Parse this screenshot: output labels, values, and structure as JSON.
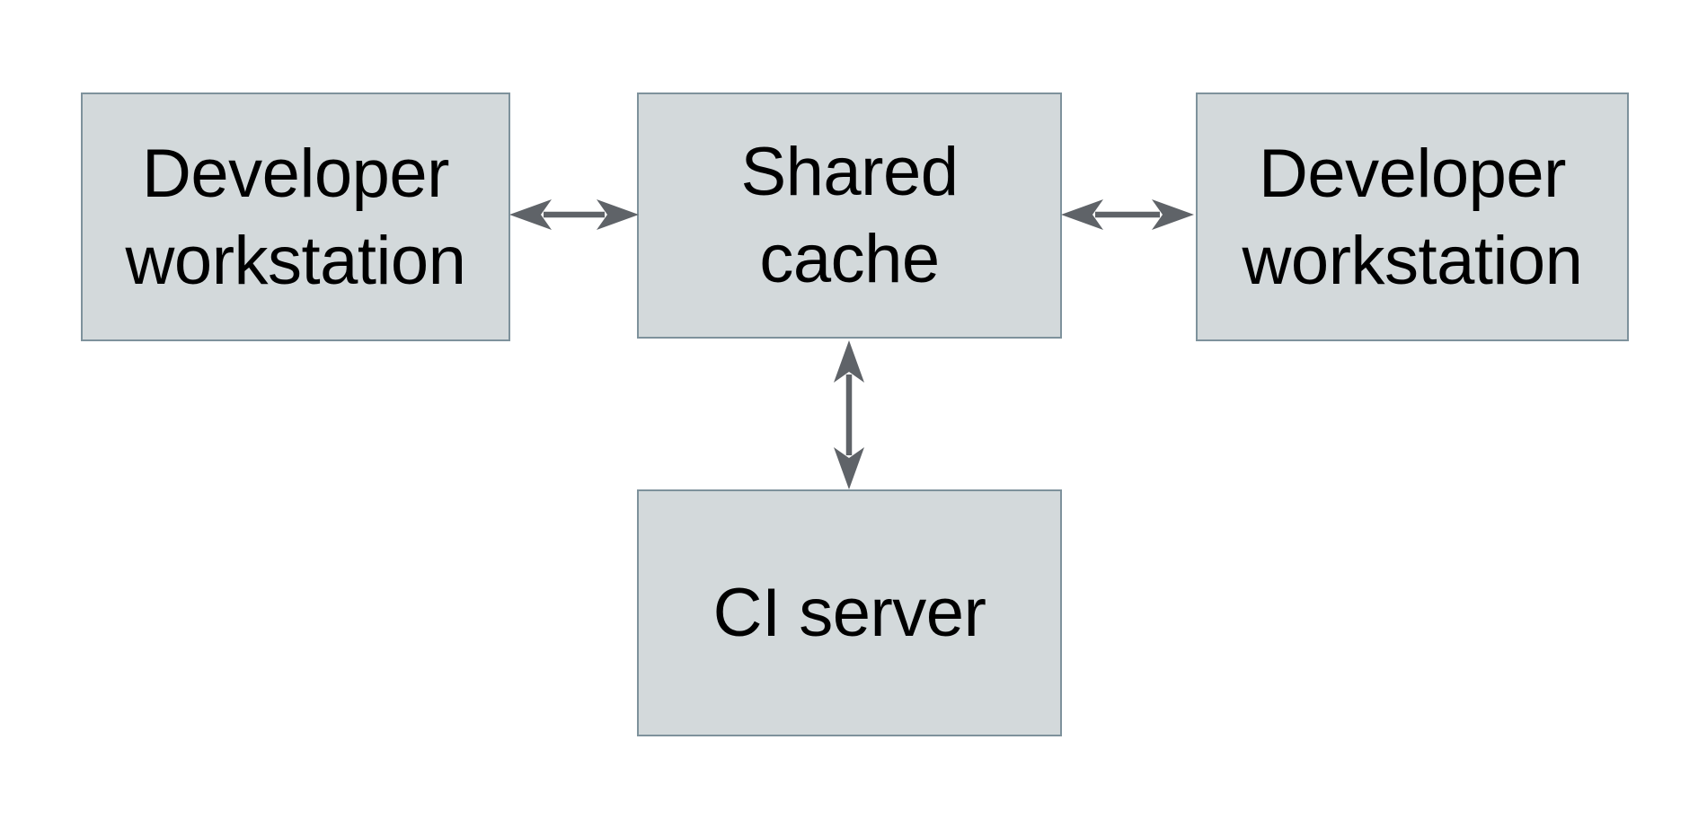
{
  "diagram": {
    "type": "architecture-diagram",
    "nodes": [
      {
        "id": "dev-left",
        "label": "Developer\nworkstation"
      },
      {
        "id": "cache",
        "label": "Shared\ncache"
      },
      {
        "id": "dev-right",
        "label": "Developer\nworkstation"
      },
      {
        "id": "ci",
        "label": "CI server"
      }
    ],
    "connections": [
      {
        "from": "dev-left",
        "to": "cache",
        "type": "bidirectional-arrow"
      },
      {
        "from": "cache",
        "to": "dev-right",
        "type": "bidirectional-arrow"
      },
      {
        "from": "cache",
        "to": "ci",
        "type": "bidirectional-arrow"
      }
    ]
  },
  "colors": {
    "background": "#ffffff",
    "node_fill": "#d3d9db",
    "node_border": "#7e929c",
    "arrow": "#5f6368",
    "text": "#000000"
  }
}
